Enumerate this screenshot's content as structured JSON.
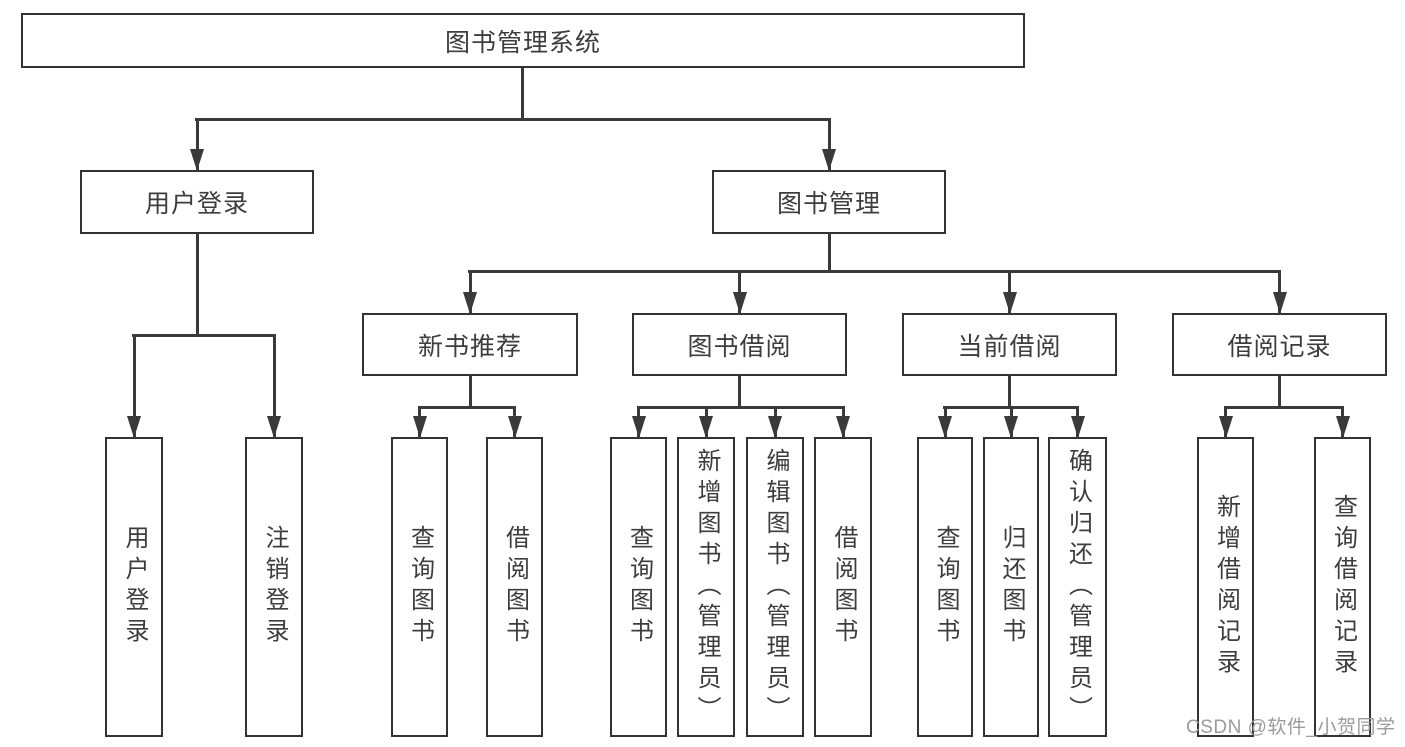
{
  "colors": {
    "line": "#3a3a3a",
    "box_border": "#333333",
    "text": "#3d3d3d",
    "watermark": "#9b9b9b",
    "background": "#ffffff"
  },
  "diagram": {
    "type": "hierarchy-tree",
    "title": "图书管理系统",
    "level2": [
      {
        "label": "用户登录",
        "parent": "图书管理系统"
      },
      {
        "label": "图书管理",
        "parent": "图书管理系统"
      }
    ],
    "level3": [
      {
        "label": "新书推荐",
        "parent": "图书管理"
      },
      {
        "label": "图书借阅",
        "parent": "图书管理"
      },
      {
        "label": "当前借阅",
        "parent": "图书管理"
      },
      {
        "label": "借阅记录",
        "parent": "图书管理"
      }
    ],
    "leaves": [
      {
        "label": "用户登录",
        "parent": "用户登录"
      },
      {
        "label": "注销登录",
        "parent": "用户登录"
      },
      {
        "label": "查询图书",
        "parent": "新书推荐"
      },
      {
        "label": "借阅图书",
        "parent": "新书推荐"
      },
      {
        "label": "查询图书",
        "parent": "图书借阅"
      },
      {
        "label": "新增图书（管理员）",
        "parent": "图书借阅"
      },
      {
        "label": "编辑图书（管理员）",
        "parent": "图书借阅"
      },
      {
        "label": "借阅图书",
        "parent": "图书借阅"
      },
      {
        "label": "查询图书",
        "parent": "当前借阅"
      },
      {
        "label": "归还图书",
        "parent": "当前借阅"
      },
      {
        "label": "确认归还（管理员）",
        "parent": "当前借阅"
      },
      {
        "label": "新增借阅记录",
        "parent": "借阅记录"
      },
      {
        "label": "查询借阅记录",
        "parent": "借阅记录"
      }
    ]
  },
  "watermark": {
    "text": "CSDN @软件_小贺同学"
  }
}
